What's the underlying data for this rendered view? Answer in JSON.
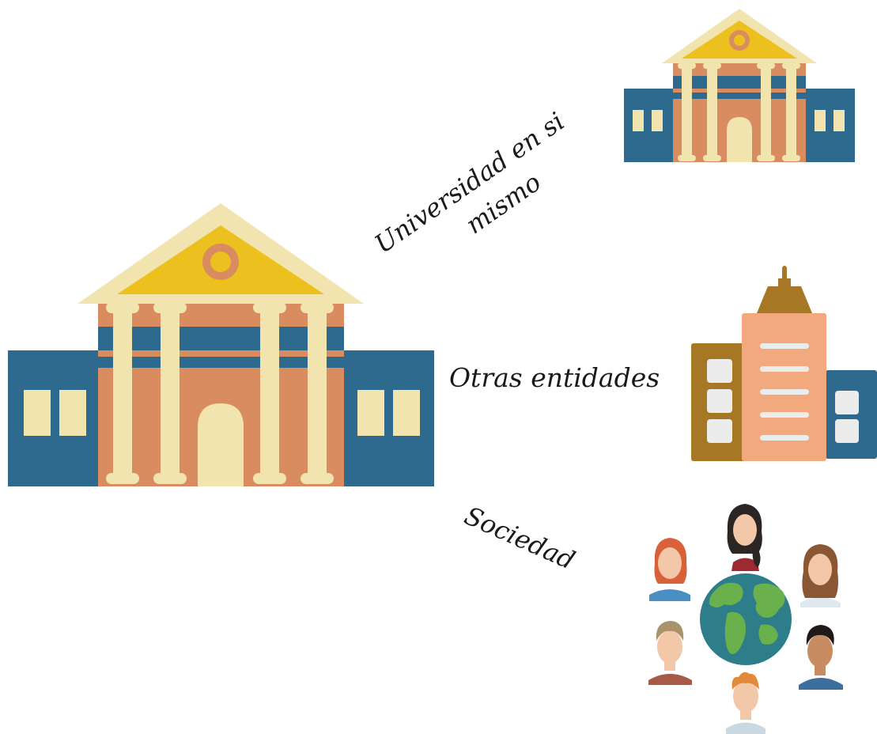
{
  "labels": {
    "university_itself": [
      "Universidad en si",
      "mismo"
    ],
    "other_entities": "Otras entidades",
    "society": "Sociedad"
  },
  "colors": {
    "wing_blue": "#2d6a8d",
    "body_orange": "#d98c5f",
    "column_cream": "#f2e4ae",
    "pediment_yellow": "#ecc11f",
    "tower_peach": "#f2a97e",
    "tower_gold": "#a67825",
    "window_gray": "#ececec",
    "globe_ocean": "#2e7d8a",
    "globe_land": "#6ab04c"
  },
  "icons": [
    "large-university-building-icon",
    "small-university-building-icon",
    "office-buildings-icon",
    "globe-with-people-icon"
  ]
}
